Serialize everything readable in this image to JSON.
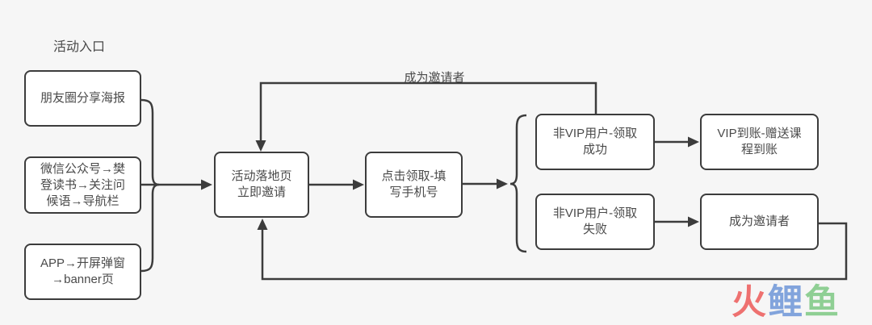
{
  "canvas": {
    "background_color": "#f6f6f6",
    "line_color": "#3c3c3c",
    "node_fill_color": "#ffffff",
    "node_border_color": "#3c3c3c",
    "text_color": "#4a4a4a"
  },
  "labels": {
    "entry_section": "活动入口",
    "top_loop": "成为邀请者"
  },
  "nodes": {
    "entry_poster": {
      "label": "朋友圈分享海报"
    },
    "entry_wechat": {
      "label": "微信公众号→樊\n登读书→关注问\n候语→导航栏"
    },
    "entry_app": {
      "label": "APP→开屏弹窗\n→banner页"
    },
    "landing": {
      "label": "活动落地页\n立即邀请"
    },
    "claim": {
      "label": "点击领取-填\n写手机号"
    },
    "nonvip_success": {
      "label": "非VIP用户-领取\n成功"
    },
    "vip_arrival": {
      "label": "VIP到账-赠送课\n程到账"
    },
    "nonvip_fail": {
      "label": "非VIP用户-领取\n失败"
    },
    "become_inviter": {
      "label": "成为邀请者"
    }
  },
  "edges": [
    {
      "from": "entry_poster",
      "to": "landing"
    },
    {
      "from": "entry_wechat",
      "to": "landing"
    },
    {
      "from": "entry_app",
      "to": "landing"
    },
    {
      "from": "landing",
      "to": "claim"
    },
    {
      "from": "claim",
      "to": "nonvip_success"
    },
    {
      "from": "claim",
      "to": "nonvip_fail"
    },
    {
      "from": "nonvip_success",
      "to": "vip_arrival"
    },
    {
      "from": "nonvip_success",
      "to": "landing",
      "label": "成为邀请者"
    },
    {
      "from": "nonvip_fail",
      "to": "become_inviter"
    },
    {
      "from": "become_inviter",
      "to": "landing"
    }
  ],
  "watermark": {
    "text": "火鲤鱼",
    "chars": [
      "火",
      "鲤",
      "鱼"
    ],
    "colors": [
      "#ee7170",
      "#82a4dc",
      "#8fcf94"
    ]
  }
}
